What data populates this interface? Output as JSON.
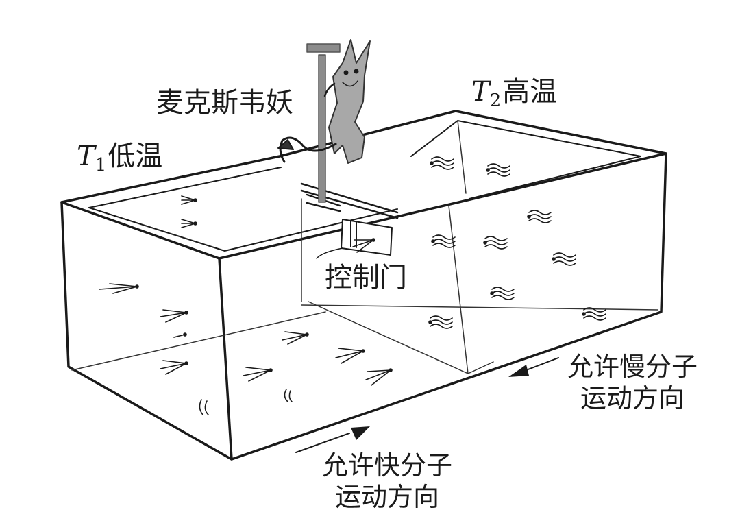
{
  "labels": {
    "demon": "麦克斯韦妖",
    "cold_var": "T",
    "cold_sub": "1",
    "cold_text": "低温",
    "hot_var": "T",
    "hot_sub": "2",
    "hot_text": "高温",
    "door": "控制门",
    "slow_line1": "允许慢分子",
    "slow_line2": "运动方向",
    "fast_line1": "允许快分子",
    "fast_line2": "运动方向"
  },
  "colors": {
    "ink": "#1a1a1a",
    "demon_fill": "#a8a8a8",
    "rod": "#8c8c8c",
    "background": "#ffffff"
  },
  "icons": {
    "demon": "demon-figure-icon",
    "fast_molecule": "fast-molecule-streak-icon",
    "slow_molecule": "slow-molecule-wave-icon",
    "arrow": "direction-arrow-icon"
  }
}
